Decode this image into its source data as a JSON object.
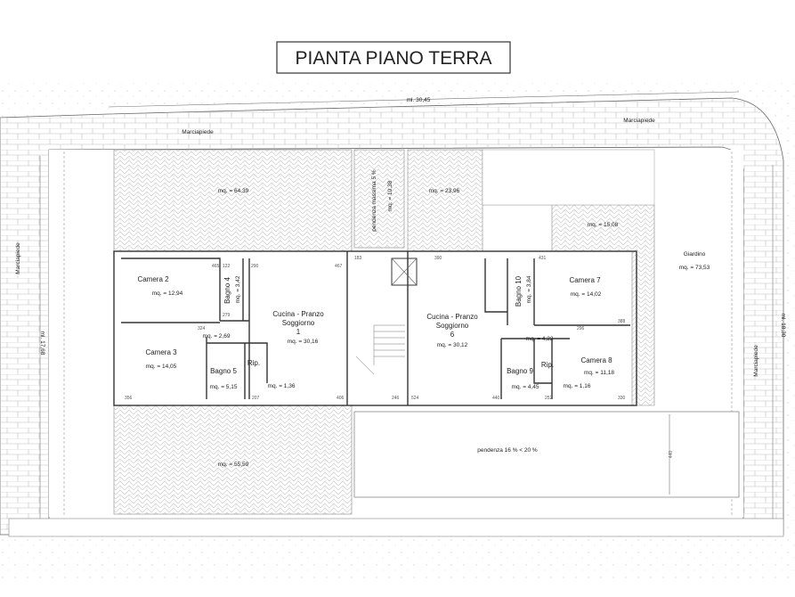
{
  "title": "PIANTA PIANO TERRA",
  "exterior": {
    "top_length": "ml. 30,45",
    "left_length": "ml. 17,68",
    "right_length": "ml. 18,30",
    "sidewalk_top_left": "Marciapiede",
    "sidewalk_top_right": "Marciapiede",
    "sidewalk_left": "Marciapiede",
    "sidewalk_right": "Marciapiede",
    "garden_label": "Giardino",
    "garden_area": "mq. = 73,53",
    "paving_top_left_area": "mq. = 64,39",
    "ramp_slope": "pendenza massima 5 %",
    "ramp_area": "mq. = 10,38",
    "paving_top_mid_area": "mq. = 23,96",
    "paving_top_right_area": "mq. = 15,08",
    "paving_bottom_left_area": "mq. = 55,59",
    "driveway_slope": "pendenza 16 % < 20 %",
    "driveway_width": "440"
  },
  "unit_1": {
    "camera_2": {
      "label": "Camera 2",
      "area": "mq. = 12,94"
    },
    "bagno_4": {
      "label": "Bagno 4",
      "area": "mq. = 3,42"
    },
    "living": {
      "line1": "Cucina - Pranzo",
      "line2": "Soggiorno",
      "line3": "1",
      "area": "mq. = 30,16"
    },
    "corridor": {
      "area": "mq. = 2,69"
    },
    "camera_3": {
      "label": "Camera 3",
      "area": "mq. = 14,05"
    },
    "bagno_5": {
      "label": "Bagno 5",
      "area": "mq. = 5,15"
    },
    "rip": {
      "label": "Rip.",
      "area": "mq. = 1,36"
    }
  },
  "unit_6": {
    "living": {
      "line1": "Cucina - Pranzo",
      "line2": "Soggiorno",
      "line3": "6",
      "area": "mq. = 30,12"
    },
    "bagno_10": {
      "label": "Bagno 10",
      "area": "mq. = 3,84"
    },
    "camera_7": {
      "label": "Camera 7",
      "area": "mq. = 14,02"
    },
    "corridor": {
      "area": "mq. = 4,22"
    },
    "bagno_9": {
      "label": "Bagno 9",
      "area": "mq. = 4,45"
    },
    "rip": {
      "label": "Rip.",
      "area": "mq. = 1,16"
    },
    "camera_8": {
      "label": "Camera 8",
      "area": "mq. = 11,18"
    }
  },
  "dimensions": {
    "d465": "465",
    "d122": "122",
    "d290": "290",
    "d467": "467",
    "d279": "279",
    "d324": "324",
    "d356": "356",
    "d207": "207",
    "d406": "406",
    "d183": "183",
    "d390": "390",
    "d431": "431",
    "d388": "388",
    "d296": "296",
    "d330": "330",
    "d440b": "440",
    "d252": "252",
    "d524": "524",
    "d246": "246"
  },
  "colors": {
    "line": "#333333",
    "hatch": "#bbbbbb",
    "background": "#ffffff"
  }
}
